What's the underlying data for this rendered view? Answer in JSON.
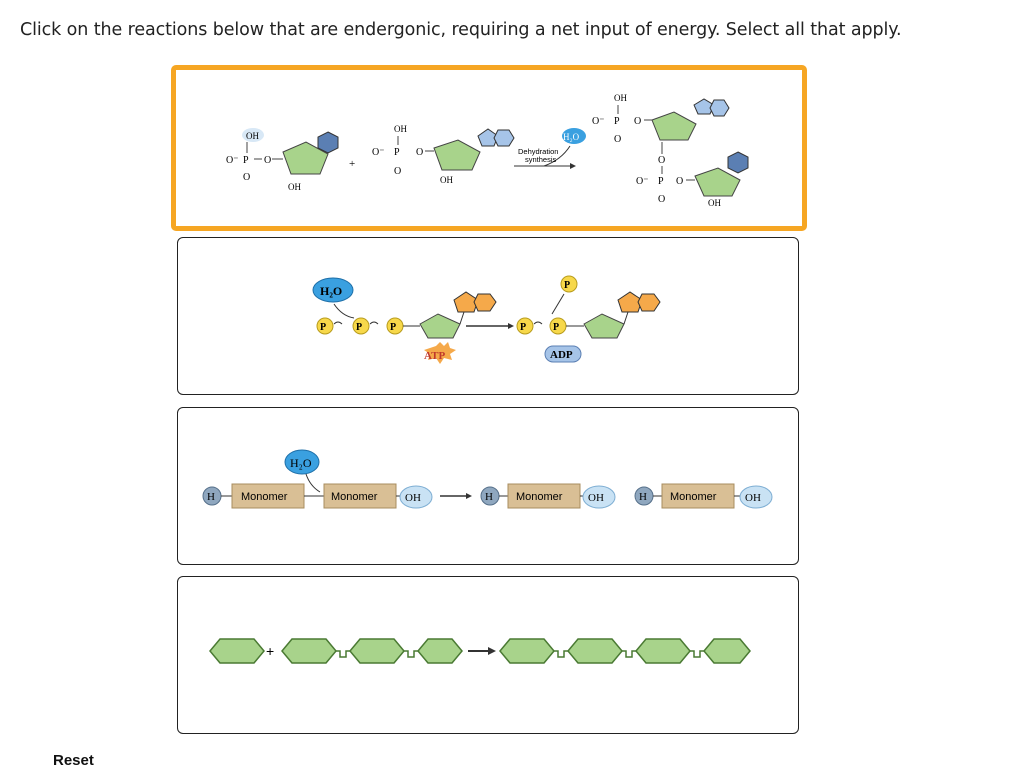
{
  "prompt": "Click on the reactions below that are endergonic, requiring a net input of energy. Select all that apply.",
  "reset_label": "Reset",
  "colors": {
    "selected_border": "#f6a623",
    "sugar": "#a8d38b",
    "base_blue": "#a6c4e8",
    "base_dark": "#5b7fb3",
    "base_orange": "#f5a94a",
    "phosphate": "#f7d84a",
    "water": "#3aa0e0",
    "monomer": "#d9bf95"
  },
  "options": [
    {
      "selected": true,
      "oh": "OH",
      "o_minus": "O⁻",
      "p": "P",
      "o": "O",
      "plus": "+",
      "h2o": "H₂O",
      "arrow_label_1": "Dehydration",
      "arrow_label_2": "synthesis"
    },
    {
      "selected": false,
      "h2o": "H₂O",
      "p": "P",
      "atp": "ATP",
      "adp": "ADP"
    },
    {
      "selected": false,
      "h": "H",
      "monomer": "Monomer",
      "oh": "OH",
      "h2o": "H₂O"
    },
    {
      "selected": false,
      "plus": "+"
    }
  ]
}
